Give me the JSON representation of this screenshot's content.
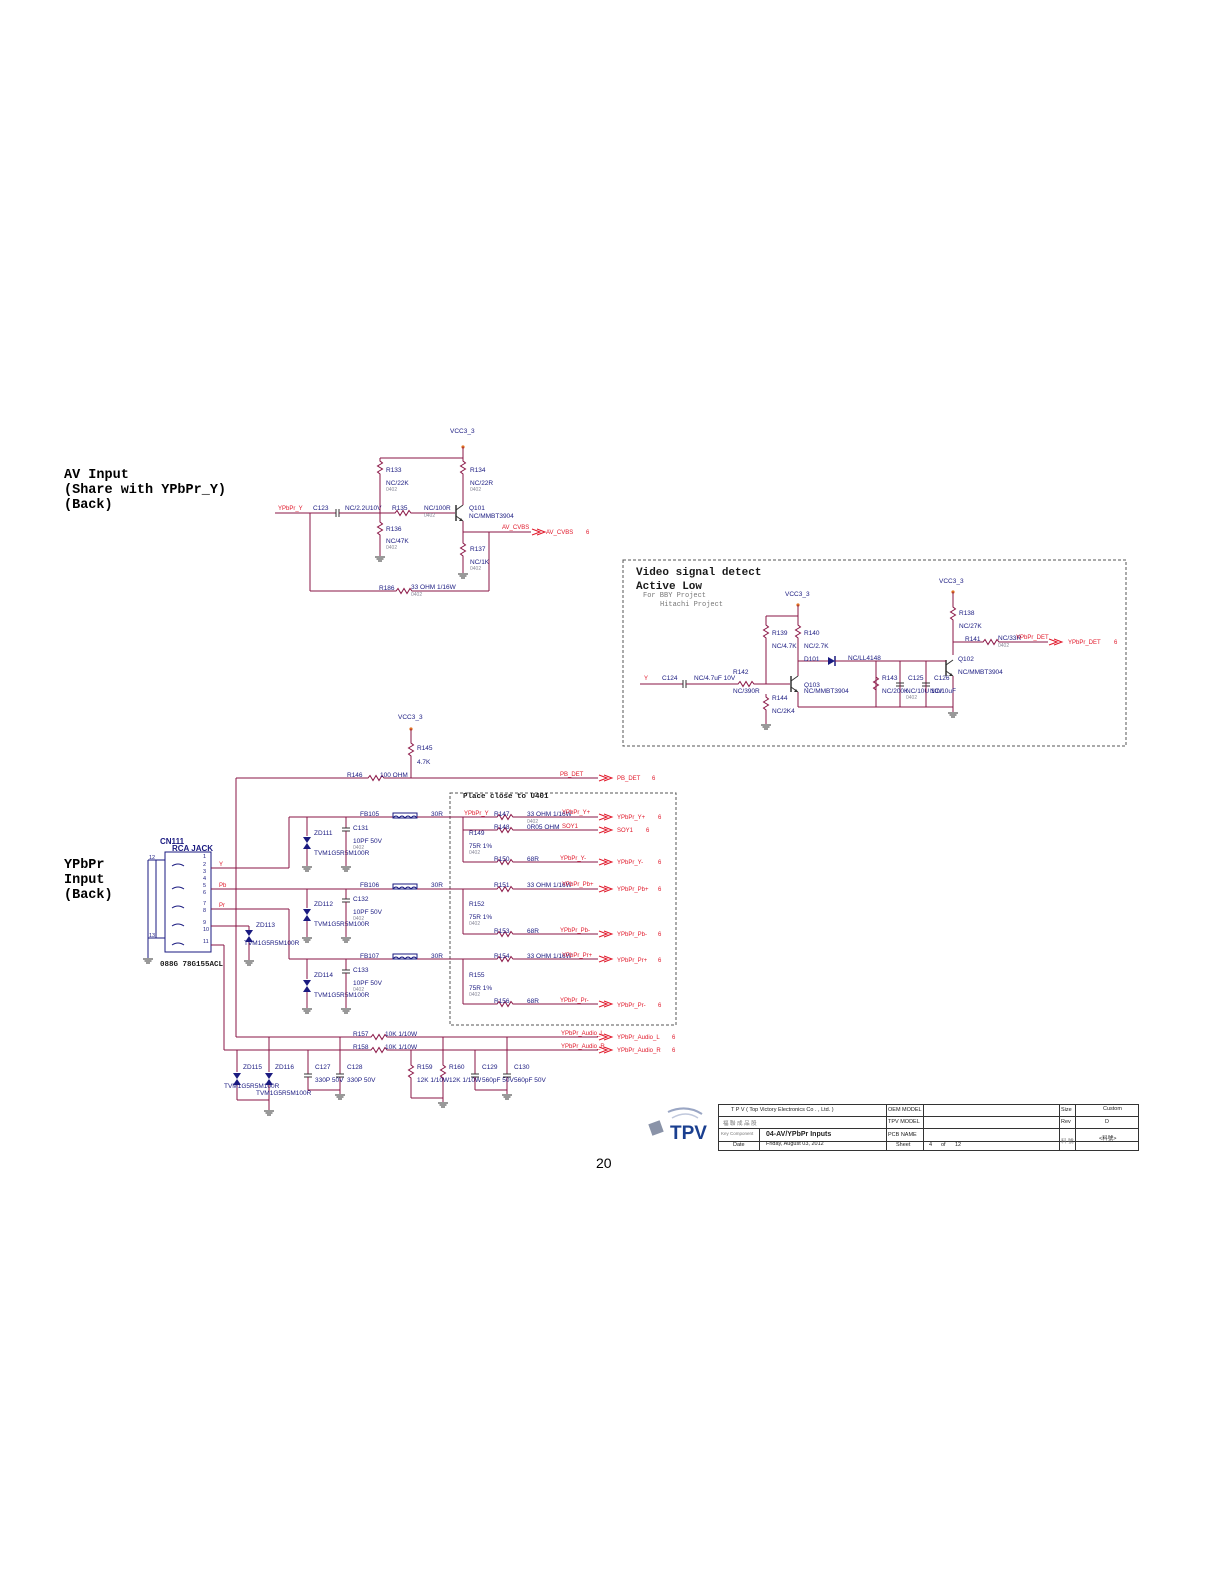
{
  "headings": {
    "av": "AV Input\n(Share with YPbPr_Y)\n(Back)",
    "ypbpr": "YPbPr\nInput\n(Back)"
  },
  "av_section": {
    "vcc": "VCC3_3",
    "r133": "R133",
    "r133_val": "NC/22K",
    "r133_pkg": "0402",
    "r134": "R134",
    "r134_val": "NC/22R",
    "r134_pkg": "0402",
    "in_label": "YPbPr_Y",
    "c123": "C123",
    "c123_val": "NC/2.2U10V",
    "r135": "R135",
    "r135_val": "NC/100R",
    "r135_pkg": "0402",
    "q101": "Q101",
    "q101_val": "NC/MMBT3904",
    "r136": "R136",
    "r136_val": "NC/47K",
    "r136_pkg": "0402",
    "r137": "R137",
    "r137_val": "NC/1K",
    "r137_pkg": "0402",
    "out_net": "AV_CVBS",
    "out_port": "AV_CVBS",
    "out_page": "6",
    "r186": "R186",
    "r186_val": "33 OHM 1/16W",
    "r186_pkg": "0402"
  },
  "detect_section": {
    "title1": "Video signal detect",
    "title2": "Active Low",
    "note1": "For BBY Project",
    "note2": "Hitachi Project",
    "vcc_a": "VCC3_3",
    "vcc_b": "VCC3_3",
    "r138": "R138",
    "r138_val": "NC/27K",
    "r141": "R141",
    "r141_val": "NC/33R",
    "r141_pkg": "0402",
    "det_net": "YPbPr_DET",
    "det_port": "YPbPr_DET",
    "det_page": "6",
    "q102": "Q102",
    "q102_val": "NC/MMBT3904",
    "r139": "R139",
    "r139_val": "NC/4.7K",
    "r140": "R140",
    "r140_val": "NC/2.7K",
    "d101": "D101",
    "d101_val": "NC/LL4148",
    "in_label": "Y",
    "c124": "C124",
    "c124_val": "NC/4.7uF 10V",
    "r142": "R142",
    "r142_val": "NC/390R",
    "q103": "Q103",
    "q103_val": "NC/MMBT3904",
    "r143": "R143",
    "r143_val": "NC/200K",
    "c125": "C125",
    "c125_val": "NC/10U 10V",
    "c126": "C126",
    "c126_val": "NC/10uF",
    "c126_pkg": "0402",
    "r144": "R144",
    "r144_val": "NC/2K4"
  },
  "ypbpr_section": {
    "vcc": "VCC3_3",
    "r145": "R145",
    "r145_val": "4.7K",
    "r146": "R146",
    "r146_val": "100 OHM",
    "pb_det_net": "PB_DET",
    "pb_det_port": "PB_DET",
    "pb_det_page": "6",
    "place_note": "Place close to U401",
    "cn111": "CN111",
    "cn111_type": "RCA JACK",
    "cn111_part": "088G 78G155ACL",
    "pins": [
      "12",
      "1",
      "2",
      "3",
      "4",
      "5",
      "6",
      "7",
      "8",
      "9",
      "10",
      "11",
      "13"
    ],
    "pin_nets": [
      "Y",
      "Pb",
      "Pr"
    ],
    "fb105": "FB105",
    "fb106": "FB106",
    "fb107": "FB107",
    "fb_val": "30R",
    "zd111": "ZD111",
    "zd112": "ZD112",
    "zd113": "ZD113",
    "zd114": "ZD114",
    "zd115": "ZD115",
    "zd116": "ZD116",
    "tvs_val": "TVM1G5R5M100R",
    "c131": "C131",
    "c132": "C132",
    "c133": "C133",
    "cap_val": "10PF 50V",
    "cap_pkg": "0402",
    "r147": "R147",
    "r151": "R151",
    "r154": "R154",
    "ser_val": "33 OHM 1/16W",
    "r148": "R148",
    "r148_val": "0R05 OHM",
    "r149": "R149",
    "r152": "R152",
    "r155": "R155",
    "term_val": "75R 1%",
    "r150": "R150",
    "r153": "R153",
    "r156": "R156",
    "r68_val": "68R",
    "pkg": "0402",
    "net_y": "YPbPr_Y",
    "nets": [
      "YPbPr_Y+",
      "SOY1",
      "YPbPr_Y-",
      "YPbPr_Pb+",
      "YPbPr_Pb-",
      "YPbPr_Pr+",
      "YPbPr_Pr-"
    ],
    "ports": [
      "YPbPr_Y+",
      "SOY1",
      "YPbPr_Y-",
      "YPbPr_Pb+",
      "YPbPr_Pb-",
      "YPbPr_Pr+",
      "YPbPr_Pr-"
    ],
    "port_page": "6",
    "r157": "R157",
    "r158": "R158",
    "audio_r_val": "10K 1/10W",
    "audio_nets": [
      "YPbPr_Audio_L",
      "YPbPr_Audio_R"
    ],
    "audio_ports": [
      "YPbPr_Audio_L",
      "YPbPr_Audio_R"
    ],
    "c127": "C127",
    "c128": "C128",
    "c127_val": "330P 50V",
    "r159": "R159",
    "r160": "R160",
    "r159_val": "12K 1/10W",
    "c129": "C129",
    "c130": "C130",
    "c129_val": "560pF 50V"
  },
  "title_block": {
    "company": "T P V  ( Top   Victory   Electronics   Co . ,  Ltd. )",
    "company_cn": "福 聯 成 品 股",
    "key_component": "Key Component",
    "sheet_title": "04-AV/YPbPr Inputs",
    "date_label": "Date",
    "date_value": "Friday, August 03, 2012",
    "oem_model_label": "OEM MODEL",
    "tpv_model_label": "TPV MODEL",
    "pcb_name_label": "PCB NAME",
    "sheet_label": "Sheet",
    "sheet_no": "4",
    "of_label": "of",
    "sheet_total": "12",
    "size_label": "Size",
    "size_value": "Custom",
    "rev_label": "Rev",
    "rev_value": "D",
    "pcb_cn": "料 號",
    "pcb_value": "<料號>",
    "logo_text": "TPV"
  },
  "page_number": "20",
  "colors": {
    "wire": "#8a1545",
    "label": "#1a1a80",
    "net": "#e0182a",
    "logo": "#1a3f8f"
  }
}
